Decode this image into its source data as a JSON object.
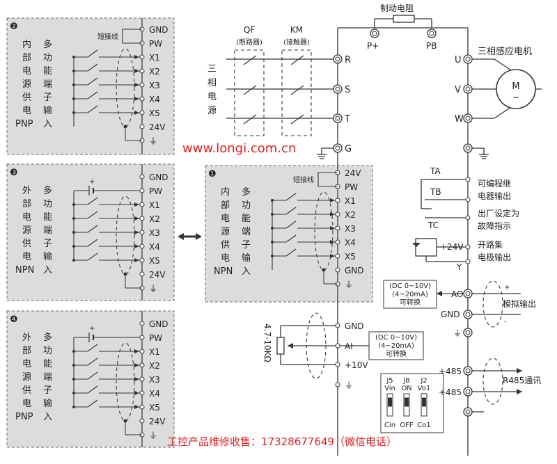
{
  "header": {
    "panel_1_label": "—",
    "brake_resistor": "制动电阻",
    "motor_title": "三相感应电机",
    "motor_symbol": "M",
    "motor_tilde": "~"
  },
  "power": {
    "qf": "QF",
    "qf_sub": "(断路器)",
    "km": "KM",
    "km_sub": "(接触器)",
    "source_chars": [
      "三",
      "相",
      "电",
      "源"
    ]
  },
  "terminals": {
    "main_left": [
      "R",
      "S",
      "T",
      "G"
    ],
    "main_top": [
      "P+",
      "PB"
    ],
    "motor": [
      "U",
      "V",
      "W"
    ],
    "relay": [
      "TA",
      "TB",
      "TC"
    ],
    "oc": [
      "+24V",
      "Y"
    ],
    "analog_out": [
      "AO",
      "GND"
    ],
    "analog_in": [
      "GND",
      "AI",
      "+10V"
    ],
    "rs485": [
      "+485",
      "+485"
    ]
  },
  "labels": {
    "relay_desc": [
      "可编程继",
      "电器输出",
      "出厂设定为",
      "故障指示"
    ],
    "oc_desc": [
      "开路集",
      "电极输出"
    ],
    "ao_box": [
      "(DC 0~10V)",
      "(4~20mA)",
      "可转换"
    ],
    "ao_desc": "模拟输出",
    "ai_box": [
      "(DC 0~10V)",
      "(4~20mA)",
      "可转换"
    ],
    "pot": "4.7-10KΩ",
    "rs485_desc": "R485通讯",
    "plus": "+",
    "minus": "-"
  },
  "jumpers": {
    "top": [
      "J5",
      "J8",
      "J2"
    ],
    "top2": [
      "Vin",
      "ON",
      "Vo1"
    ],
    "bottom": [
      "Cin",
      "OFF",
      "Co1"
    ]
  },
  "panels": {
    "p2": {
      "num": "❷",
      "jumper": "短接线",
      "terms": [
        "GND",
        "PW",
        "X1",
        "X2",
        "X3",
        "X4",
        "X5",
        "24V",
        "⏚"
      ],
      "col1": [
        "内",
        "部",
        "电",
        "源",
        "供",
        "电",
        "PNP"
      ],
      "col2": [
        "多",
        "功",
        "能",
        "端",
        "子",
        "输",
        "入"
      ]
    },
    "p3": {
      "num": "❸",
      "terms": [
        "GND",
        "PW",
        "X1",
        "X2",
        "X3",
        "X4",
        "X5",
        "24V",
        "⏚"
      ],
      "col1": [
        "外",
        "部",
        "电",
        "源",
        "供",
        "电",
        "NPN"
      ],
      "col2": [
        "多",
        "功",
        "能",
        "端",
        "子",
        "输",
        "入"
      ]
    },
    "p4": {
      "num": "❹",
      "terms": [
        "GND",
        "PW",
        "X1",
        "X2",
        "X3",
        "X4",
        "X5",
        "24V",
        "⏚"
      ],
      "col1": [
        "外",
        "部",
        "电",
        "源",
        "供",
        "电",
        "PNP"
      ],
      "col2": [
        "多",
        "功",
        "能",
        "端",
        "子",
        "输",
        "入"
      ]
    },
    "p1": {
      "num": "❶",
      "jumper": "短接线",
      "terms": [
        "24V",
        "PW",
        "X1",
        "X2",
        "X3",
        "X4",
        "X5",
        "GND",
        "⏚"
      ],
      "col1": [
        "内",
        "部",
        "电",
        "源",
        "供",
        "电",
        "NPN"
      ],
      "col2": [
        "多",
        "功",
        "能",
        "端",
        "子",
        "输",
        "入"
      ]
    }
  },
  "watermark": {
    "url": "www.longi.com.cn",
    "contact": "工控产品维修收售：17328677649（微信电话）"
  },
  "colors": {
    "line": "#333333",
    "panel_bg": "#dcdcdc",
    "watermark": "#e02020"
  }
}
